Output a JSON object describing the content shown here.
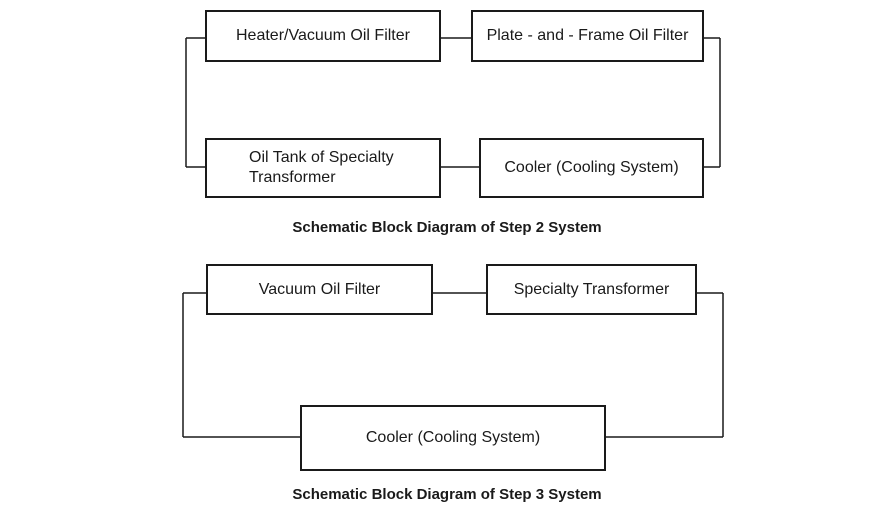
{
  "step2": {
    "caption": "Schematic Block Diagram of Step 2 System",
    "heater_vacuum_filter": "Heater/Vacuum Oil Filter",
    "plate_frame_filter": "Plate - and - Frame Oil Filter",
    "oil_tank": "Oil Tank of Specialty\nTransformer",
    "cooler": "Cooler (Cooling System)"
  },
  "step3": {
    "caption": "Schematic Block Diagram of Step 3 System",
    "vacuum_filter": "Vacuum Oil Filter",
    "specialty_transformer": "Specialty Transformer",
    "cooler": "Cooler (Cooling System)"
  }
}
